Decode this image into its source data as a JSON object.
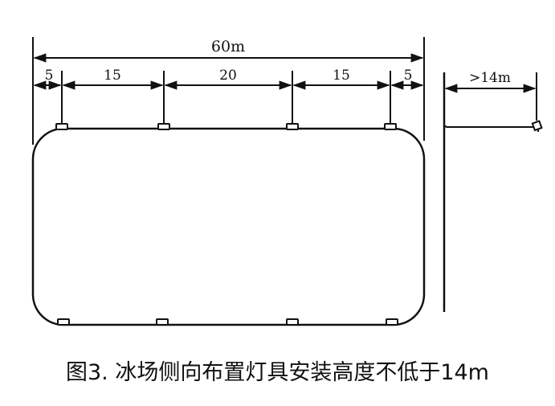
{
  "dimensions": {
    "overall": "60m",
    "segments": [
      "5",
      "15",
      "20",
      "15",
      "5"
    ],
    "height": ">14m"
  },
  "caption": "图3. 冰场侧向布置灯具安装高度不低于14m"
}
